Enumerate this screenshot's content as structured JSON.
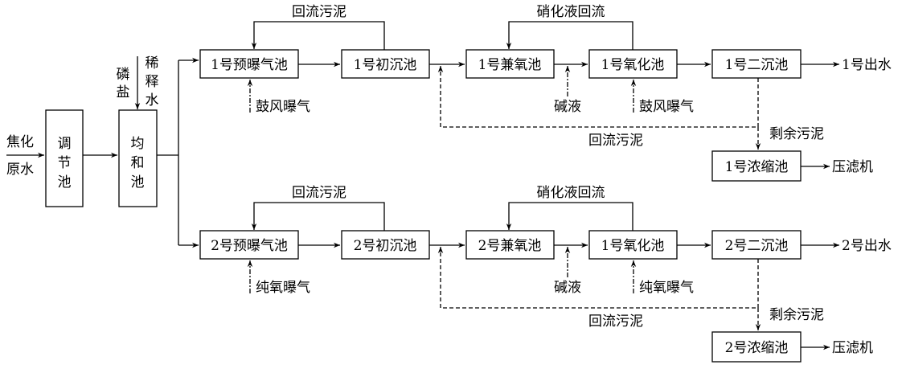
{
  "inlet": {
    "line1": "焦化",
    "line2": "原水"
  },
  "regulating_tank": [
    "调",
    "节",
    "池"
  ],
  "equalization_tank": [
    "均",
    "和",
    "池"
  ],
  "phosphate": [
    "磷",
    "盐"
  ],
  "dilution_water": [
    "稀",
    "释",
    "水"
  ],
  "lines": [
    {
      "preaeration": "1号预曝气池",
      "primary_clarifier": "1号初沉池",
      "facultative": "1号兼氧池",
      "oxidation": "1号氧化池",
      "secondary_clarifier": "1号二沉池",
      "effluent": "1号出水",
      "return_sludge_top": "回流污泥",
      "nitrified_return": "硝化液回流",
      "aeration_pre": "鼓风曝气",
      "alkali": "碱液",
      "aeration_ox": "鼓风曝气",
      "return_sludge_bottom": "回流污泥",
      "excess_sludge": "剩余污泥",
      "thickener": "1号浓缩池",
      "filter_press": "压滤机"
    },
    {
      "preaeration": "2号预曝气池",
      "primary_clarifier": "2号初沉池",
      "facultative": "2号兼氧池",
      "oxidation": "1号氧化池",
      "secondary_clarifier": "2号二沉池",
      "effluent": "2号出水",
      "return_sludge_top": "回流污泥",
      "nitrified_return": "硝化液回流",
      "aeration_pre": "纯氧曝气",
      "alkali": "碱液",
      "aeration_ox": "纯氧曝气",
      "return_sludge_bottom": "回流污泥",
      "excess_sludge": "剩余污泥",
      "thickener": "2号浓缩池",
      "filter_press": "压滤机"
    }
  ]
}
